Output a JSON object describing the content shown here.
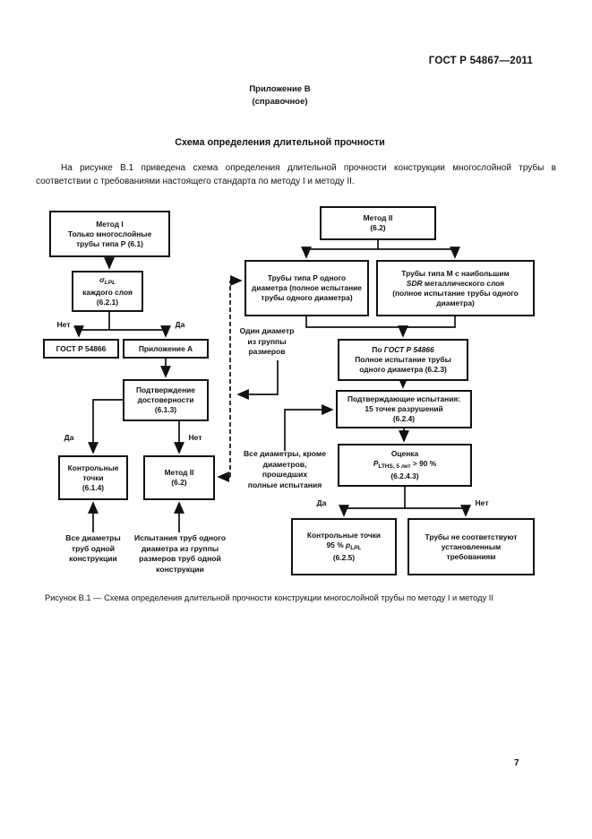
{
  "page": {
    "doc_number": "ГОСТ Р 54867—2011",
    "annex": "Приложение В",
    "annex_note": "(справочное)",
    "title": "Схема определения длительной прочности",
    "paragraph": "На рисунке В.1 приведена схема определения длительной прочности конструкции многослойной трубы в соответствии с требованиями настоящего стандарта по методу I и методу II.",
    "figure_caption": "Рисунок В.1 — Схема определения длительной прочности конструкции многослойной трубы по методу I и методу II",
    "page_number": "7"
  },
  "flowchart": {
    "boxes": [
      {
        "id": "method-1",
        "lines": [
          [
            {
              "t": "Метод I"
            }
          ],
          [
            {
              "t": "Только многослойные"
            }
          ],
          [
            {
              "t": "трубы типа Р (6.1)"
            }
          ]
        ]
      },
      {
        "id": "sigma-lpl",
        "lines": [
          [
            {
              "t": "σ",
              "i": true
            },
            {
              "t": "LPL",
              "i": true,
              "sub": true
            }
          ],
          [
            {
              "t": "каждого слоя"
            }
          ],
          [
            {
              "t": "(6.2.1)"
            }
          ]
        ]
      },
      {
        "id": "gost-54866",
        "lines": [
          [
            {
              "t": "ГОСТ Р 54866"
            }
          ]
        ]
      },
      {
        "id": "annex-a",
        "lines": [
          [
            {
              "t": "Приложение А"
            }
          ]
        ]
      },
      {
        "id": "confirm-validity",
        "lines": [
          [
            {
              "t": "Подтверждение"
            }
          ],
          [
            {
              "t": "достоверности"
            }
          ],
          [
            {
              "t": "(6.1.3)"
            }
          ]
        ]
      },
      {
        "id": "control-points-1",
        "lines": [
          [
            {
              "t": "Контрольные"
            }
          ],
          [
            {
              "t": "точки"
            }
          ],
          [
            {
              "t": "(6.1.4)"
            }
          ]
        ]
      },
      {
        "id": "method-2-left",
        "lines": [
          [
            {
              "t": "Метод II"
            }
          ],
          [
            {
              "t": "(6.2)"
            }
          ]
        ]
      },
      {
        "id": "method-2",
        "lines": [
          [
            {
              "t": "Метод II"
            }
          ],
          [
            {
              "t": "(6.2)"
            }
          ]
        ]
      },
      {
        "id": "pipes-p",
        "lines": [
          [
            {
              "t": "Трубы типа Р одного"
            }
          ],
          [
            {
              "t": "диаметра (полное испытание"
            }
          ],
          [
            {
              "t": "трубы одного диаметра)"
            }
          ]
        ]
      },
      {
        "id": "pipes-m",
        "lines": [
          [
            {
              "t": "Трубы типа М с наибольшим"
            }
          ],
          [
            {
              "t": "SDR",
              "i": true
            },
            {
              "t": " металлического слоя"
            }
          ],
          [
            {
              "t": "(полное испытание трубы одного"
            }
          ],
          [
            {
              "t": "диаметра)"
            }
          ]
        ]
      },
      {
        "id": "full-test",
        "lines": [
          [
            {
              "t": "По "
            },
            {
              "t": "ГОСТ Р 54866",
              "i": true
            }
          ],
          [
            {
              "t": "Полное испытание трубы"
            }
          ],
          [
            {
              "t": "одного диаметра (6.2.3)"
            }
          ]
        ]
      },
      {
        "id": "confirming-tests",
        "lines": [
          [
            {
              "t": "Подтверждающие испытания:"
            }
          ],
          [
            {
              "t": "15 точек разрушений"
            }
          ],
          [
            {
              "t": "(6.2.4)"
            }
          ]
        ]
      },
      {
        "id": "assessment",
        "lines": [
          [
            {
              "t": "Оценка"
            }
          ],
          [
            {
              "t": "P",
              "i": true
            },
            {
              "t": "LTHS, 5 лет",
              "sub": true
            },
            {
              "t": " > 90 %"
            }
          ],
          [
            {
              "t": "(6.2.4.3)"
            }
          ]
        ]
      },
      {
        "id": "control-points-95",
        "lines": [
          [
            {
              "t": "Контрольные точки"
            }
          ],
          [
            {
              "t": "95 % "
            },
            {
              "t": "p",
              "i": true
            },
            {
              "t": "LPL",
              "i": true,
              "sub": true
            }
          ],
          [
            {
              "t": "(6.2.5)"
            }
          ]
        ]
      },
      {
        "id": "not-conforming",
        "lines": [
          [
            {
              "t": "Трубы не соответствуют"
            }
          ],
          [
            {
              "t": "установленным"
            }
          ],
          [
            {
              "t": "требованиям"
            }
          ]
        ]
      }
    ],
    "labels": [
      {
        "id": "no-1",
        "lines": [
          "Нет"
        ]
      },
      {
        "id": "yes-1",
        "lines": [
          "Да"
        ]
      },
      {
        "id": "yes-2",
        "lines": [
          "Да"
        ]
      },
      {
        "id": "no-2",
        "lines": [
          "Нет"
        ]
      },
      {
        "id": "all-diameters",
        "lines": [
          "Все диаметры",
          "труб одной",
          "конструкции"
        ]
      },
      {
        "id": "test-one-diameter",
        "lines": [
          "Испытания труб одного",
          "диаметра из группы",
          "размеров труб одной",
          "конструкции"
        ]
      },
      {
        "id": "one-diameter",
        "lines": [
          "Один диаметр",
          "из группы",
          "размеров"
        ]
      },
      {
        "id": "all-except",
        "lines": [
          "Все диаметры, кроме",
          "диаметров,",
          "прошедших",
          "полные испытания"
        ]
      },
      {
        "id": "yes-3",
        "lines": [
          "Да"
        ]
      },
      {
        "id": "no-3",
        "lines": [
          "Нет"
        ]
      }
    ],
    "line_color": "#111111"
  }
}
